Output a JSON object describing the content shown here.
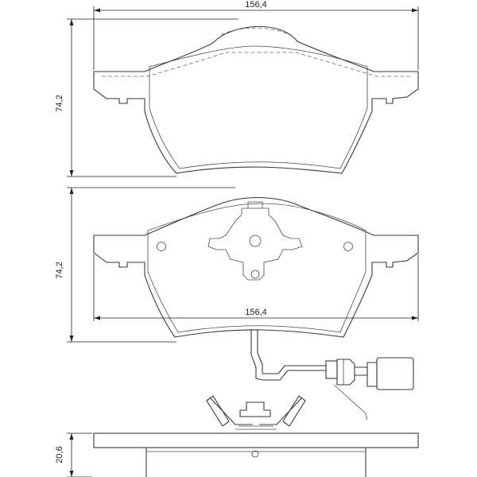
{
  "dimensions": {
    "top_width": "156,4",
    "top_height": "74,2",
    "middle_height": "74,2",
    "middle_width": "156,4",
    "bottom_thickness": "20,6"
  },
  "colors": {
    "line": "#3a3a3a",
    "background": "#ffffff"
  }
}
